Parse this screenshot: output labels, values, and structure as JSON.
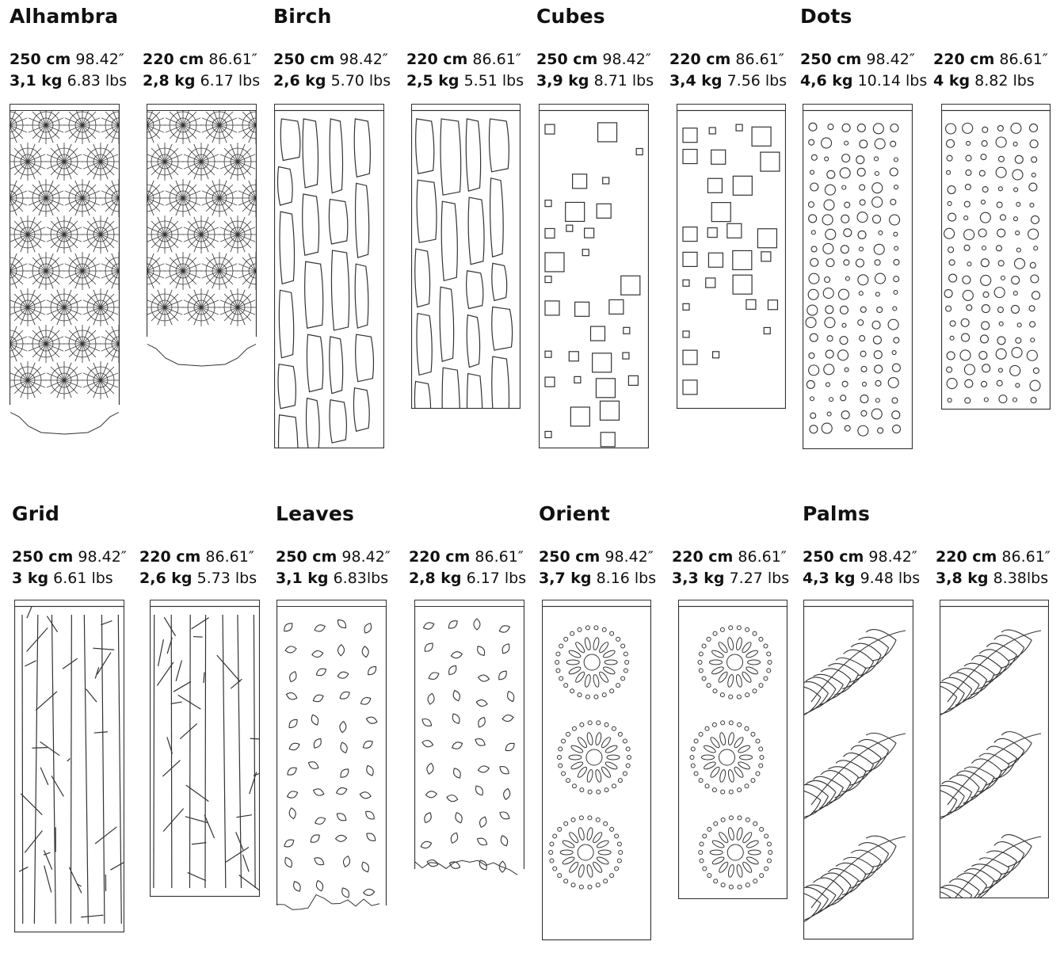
{
  "patterns": [
    {
      "name": "Alhambra",
      "variants": [
        {
          "length_cm": "250 cm",
          "length_in": "98.42″",
          "weight_kg": "3,1 kg",
          "weight_lbs": "6.83 lbs"
        },
        {
          "length_cm": "220 cm",
          "length_in": "86.61″",
          "weight_kg": "2,8 kg",
          "weight_lbs": "6.17 lbs"
        }
      ]
    },
    {
      "name": "Birch",
      "variants": [
        {
          "length_cm": "250 cm",
          "length_in": "98.42″",
          "weight_kg": "2,6 kg",
          "weight_lbs": "5.70 lbs"
        },
        {
          "length_cm": "220 cm",
          "length_in": "86.61″",
          "weight_kg": "2,5 kg",
          "weight_lbs": "5.51 lbs"
        }
      ]
    },
    {
      "name": "Cubes",
      "variants": [
        {
          "length_cm": "250 cm",
          "length_in": "98.42″",
          "weight_kg": "3,9 kg",
          "weight_lbs": "8.71 lbs"
        },
        {
          "length_cm": "220 cm",
          "length_in": "86.61″",
          "weight_kg": "3,4 kg",
          "weight_lbs": "7.56 lbs"
        }
      ]
    },
    {
      "name": "Dots",
      "variants": [
        {
          "length_cm": "250 cm",
          "length_in": "98.42″",
          "weight_kg": "4,6 kg",
          "weight_lbs": "10.14 lbs"
        },
        {
          "length_cm": "220 cm",
          "length_in": "86.61″",
          "weight_kg": "4 kg",
          "weight_lbs": "8.82 lbs"
        }
      ]
    },
    {
      "name": "Grid",
      "variants": [
        {
          "length_cm": "250 cm",
          "length_in": "98.42″",
          "weight_kg": "3 kg",
          "weight_lbs": "6.61 lbs"
        },
        {
          "length_cm": "220 cm",
          "length_in": "86.61″",
          "weight_kg": "2,6 kg",
          "weight_lbs": "5.73 lbs"
        }
      ]
    },
    {
      "name": "Leaves",
      "variants": [
        {
          "length_cm": "250 cm",
          "length_in": "98.42″",
          "weight_kg": "3,1 kg",
          "weight_lbs": "6.83lbs"
        },
        {
          "length_cm": "220 cm",
          "length_in": "86.61″",
          "weight_kg": "2,8 kg",
          "weight_lbs": "6.17 lbs"
        }
      ]
    },
    {
      "name": "Orient",
      "variants": [
        {
          "length_cm": "250 cm",
          "length_in": "98.42″",
          "weight_kg": "3,7 kg",
          "weight_lbs": "8.16 lbs"
        },
        {
          "length_cm": "220 cm",
          "length_in": "86.61″",
          "weight_kg": "3,3 kg",
          "weight_lbs": "7.27 lbs"
        }
      ]
    },
    {
      "name": "Palms",
      "variants": [
        {
          "length_cm": "250 cm",
          "length_in": "98.42″",
          "weight_kg": "4,3 kg",
          "weight_lbs": "9.48 lbs"
        },
        {
          "length_cm": "220 cm",
          "length_in": "86.61″",
          "weight_kg": "3,8 kg",
          "weight_lbs": "8.38lbs"
        }
      ]
    }
  ],
  "colors": {
    "ink": "#111111",
    "line": "#333333",
    "background": "#ffffff"
  }
}
